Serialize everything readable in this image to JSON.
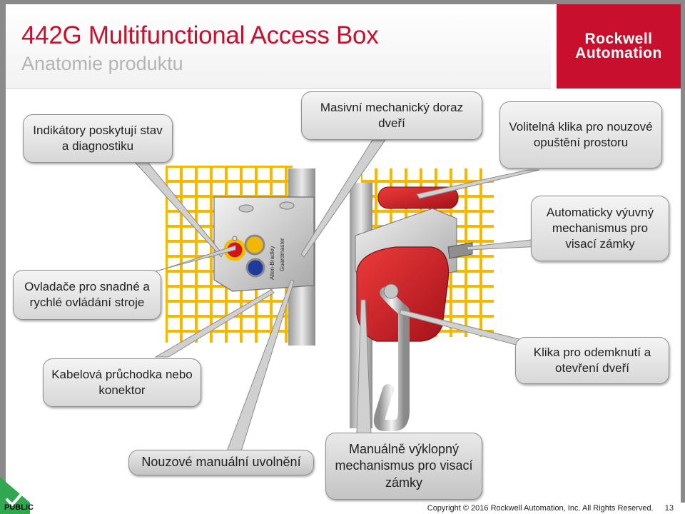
{
  "header": {
    "title": "442G Multifunctional Access Box",
    "subtitle": "Anatomie produktu"
  },
  "logo": {
    "line1": "Rockwell",
    "line2": "Automation"
  },
  "callouts": {
    "indicators": "Indikátory poskytují stav a diagnostiku",
    "door_stop": "Masivní mechanický doraz dveří",
    "optional_handle": "Volitelná klika pro nouzové opuštění prostoru",
    "padlock_auto": "Automaticky výuvný mechanismus pro visací zámky",
    "controls": "Ovladače pro snadné a rychlé ovládání stroje",
    "cable": "Kabelová průchodka nebo konektor",
    "handle_unlock": "Klika pro odemknutí a otevření dveří",
    "emergency_release": "Nouzové manuální uvolnění",
    "padlock_manual": "Manuálně výklopný mechanismus pro visací zámky"
  },
  "device_labels": {
    "brand": "Allen-Bradley",
    "product": "Guardmaster"
  },
  "footer": {
    "classification": "PUBLIC",
    "copyright": "Copyright © 2016 Rockwell Automation, Inc. All Rights Reserved.",
    "page_number": "13"
  },
  "colors": {
    "brand_red": "#c8102e",
    "grid_yellow": "#f5b800",
    "callout_gray": "#dcdcdc"
  },
  "icons": {
    "badge": "checkmark-icon"
  }
}
